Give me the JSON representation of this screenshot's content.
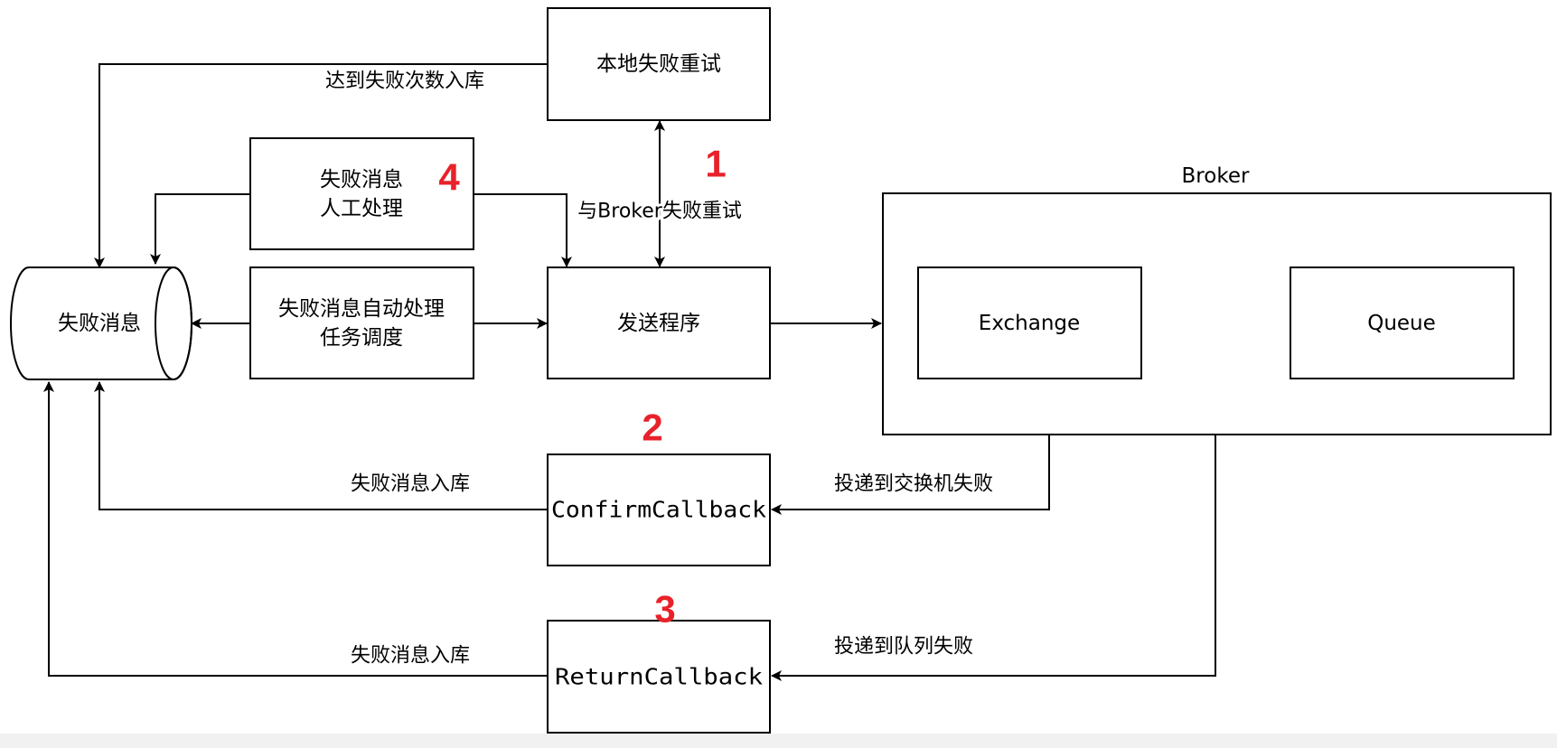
{
  "nodes": {
    "local_retry": "本地失败重试",
    "manual": [
      "失败消息",
      "人工处理"
    ],
    "auto": [
      "失败消息自动处理",
      "任务调度"
    ],
    "sender": "发送程序",
    "failed_store": "失败消息",
    "broker": "Broker",
    "exchange": "Exchange",
    "queue": "Queue",
    "confirm": "ConfirmCallback",
    "return": "ReturnCallback"
  },
  "edge_labels": {
    "reach_limit": "达到失败次数入库",
    "broker_retry": "与Broker失败重试",
    "confirm_store": "失败消息入库",
    "exchange_fail": "投递到交换机失败",
    "return_store": "失败消息入库",
    "queue_fail": "投递到队列失败"
  },
  "markers": [
    "1",
    "2",
    "3",
    "4"
  ],
  "colors": {
    "marker": "#e8222a",
    "stroke": "#000000",
    "footer": "#f1f1f1"
  }
}
